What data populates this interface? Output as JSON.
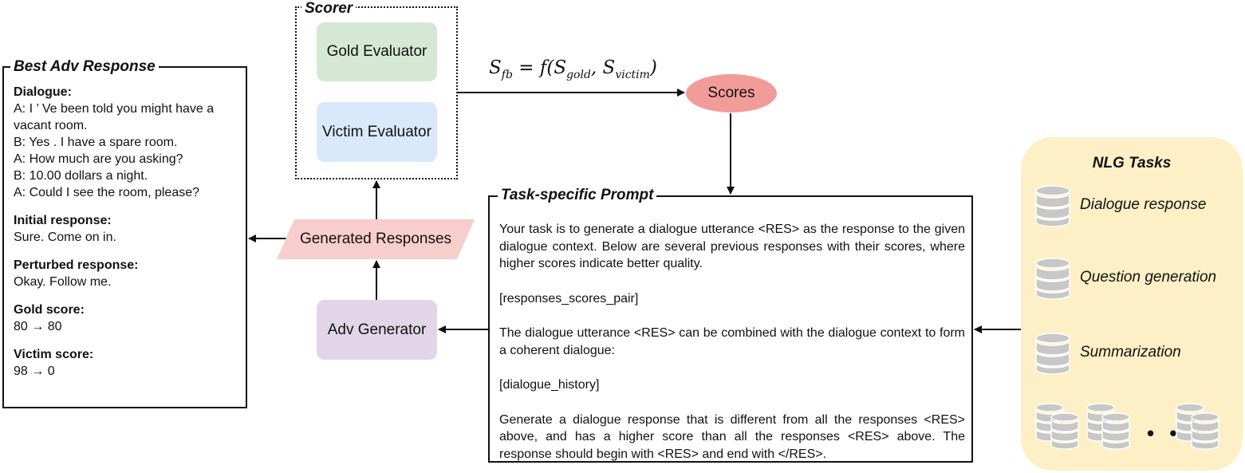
{
  "best_adv": {
    "title": "Best Adv Response",
    "dialogue_header": "Dialogue:",
    "dialogue_lines": [
      "A: I ’ Ve been told you might have a",
      "vacant room.",
      "B: Yes . I have a spare room.",
      "A: How much are you asking?",
      "B: 10.00 dollars a night.",
      "A: Could I see the room, please?"
    ],
    "initial_header": "Initial response:",
    "initial_text": "Sure. Come on in.",
    "perturbed_header": "Perturbed response:",
    "perturbed_text": "Okay. Follow me.",
    "gold_header": "Gold score:",
    "gold_text": "80 → 80",
    "victim_header": "Victim score:",
    "victim_text": "98 → 0"
  },
  "scorer": {
    "title": "Scorer",
    "gold_evaluator": "Gold Evaluator",
    "victim_evaluator": "Victim Evaluator"
  },
  "generated_responses": "Generated Responses",
  "adv_generator": "Adv Generator",
  "formula": {
    "lhs": "S",
    "lhs_sub": "fb",
    "eq": " = f(",
    "s1": "S",
    "s1_sub": "gold",
    "comma": ", ",
    "s2": "S",
    "s2_sub": "victim",
    "close": ")"
  },
  "scores": "Scores",
  "prompt": {
    "title": "Task-specific Prompt",
    "p1": "Your task is to generate a dialogue utterance <RES> as the response to the given dialogue context. Below are several previous responses with their scores, where higher scores indicate better quality.",
    "p2": "[responses_scores_pair]",
    "p3": "The dialogue utterance <RES> can be combined with the dialogue context to form a coherent dialogue:",
    "p4": "[dialogue_history]",
    "p5": "Generate a dialogue response that is different from all the responses <RES> above, and has a higher score than all the responses <RES> above. The response should begin with <RES> and end with </RES>."
  },
  "nlg": {
    "title": "NLG Tasks",
    "tasks": [
      "Dialogue response",
      "Question generation",
      "Summarization"
    ],
    "more": "• • •"
  },
  "colors": {
    "gold_evaluator": "#d5e8d4",
    "victim_evaluator": "#dae8fc",
    "adv_generator": "#e1d5e7",
    "generated_responses": "#f8cecc",
    "scores": "#f19c99",
    "nlg_background": "#fdf0c6",
    "database_icon": "#c7c7c7"
  }
}
